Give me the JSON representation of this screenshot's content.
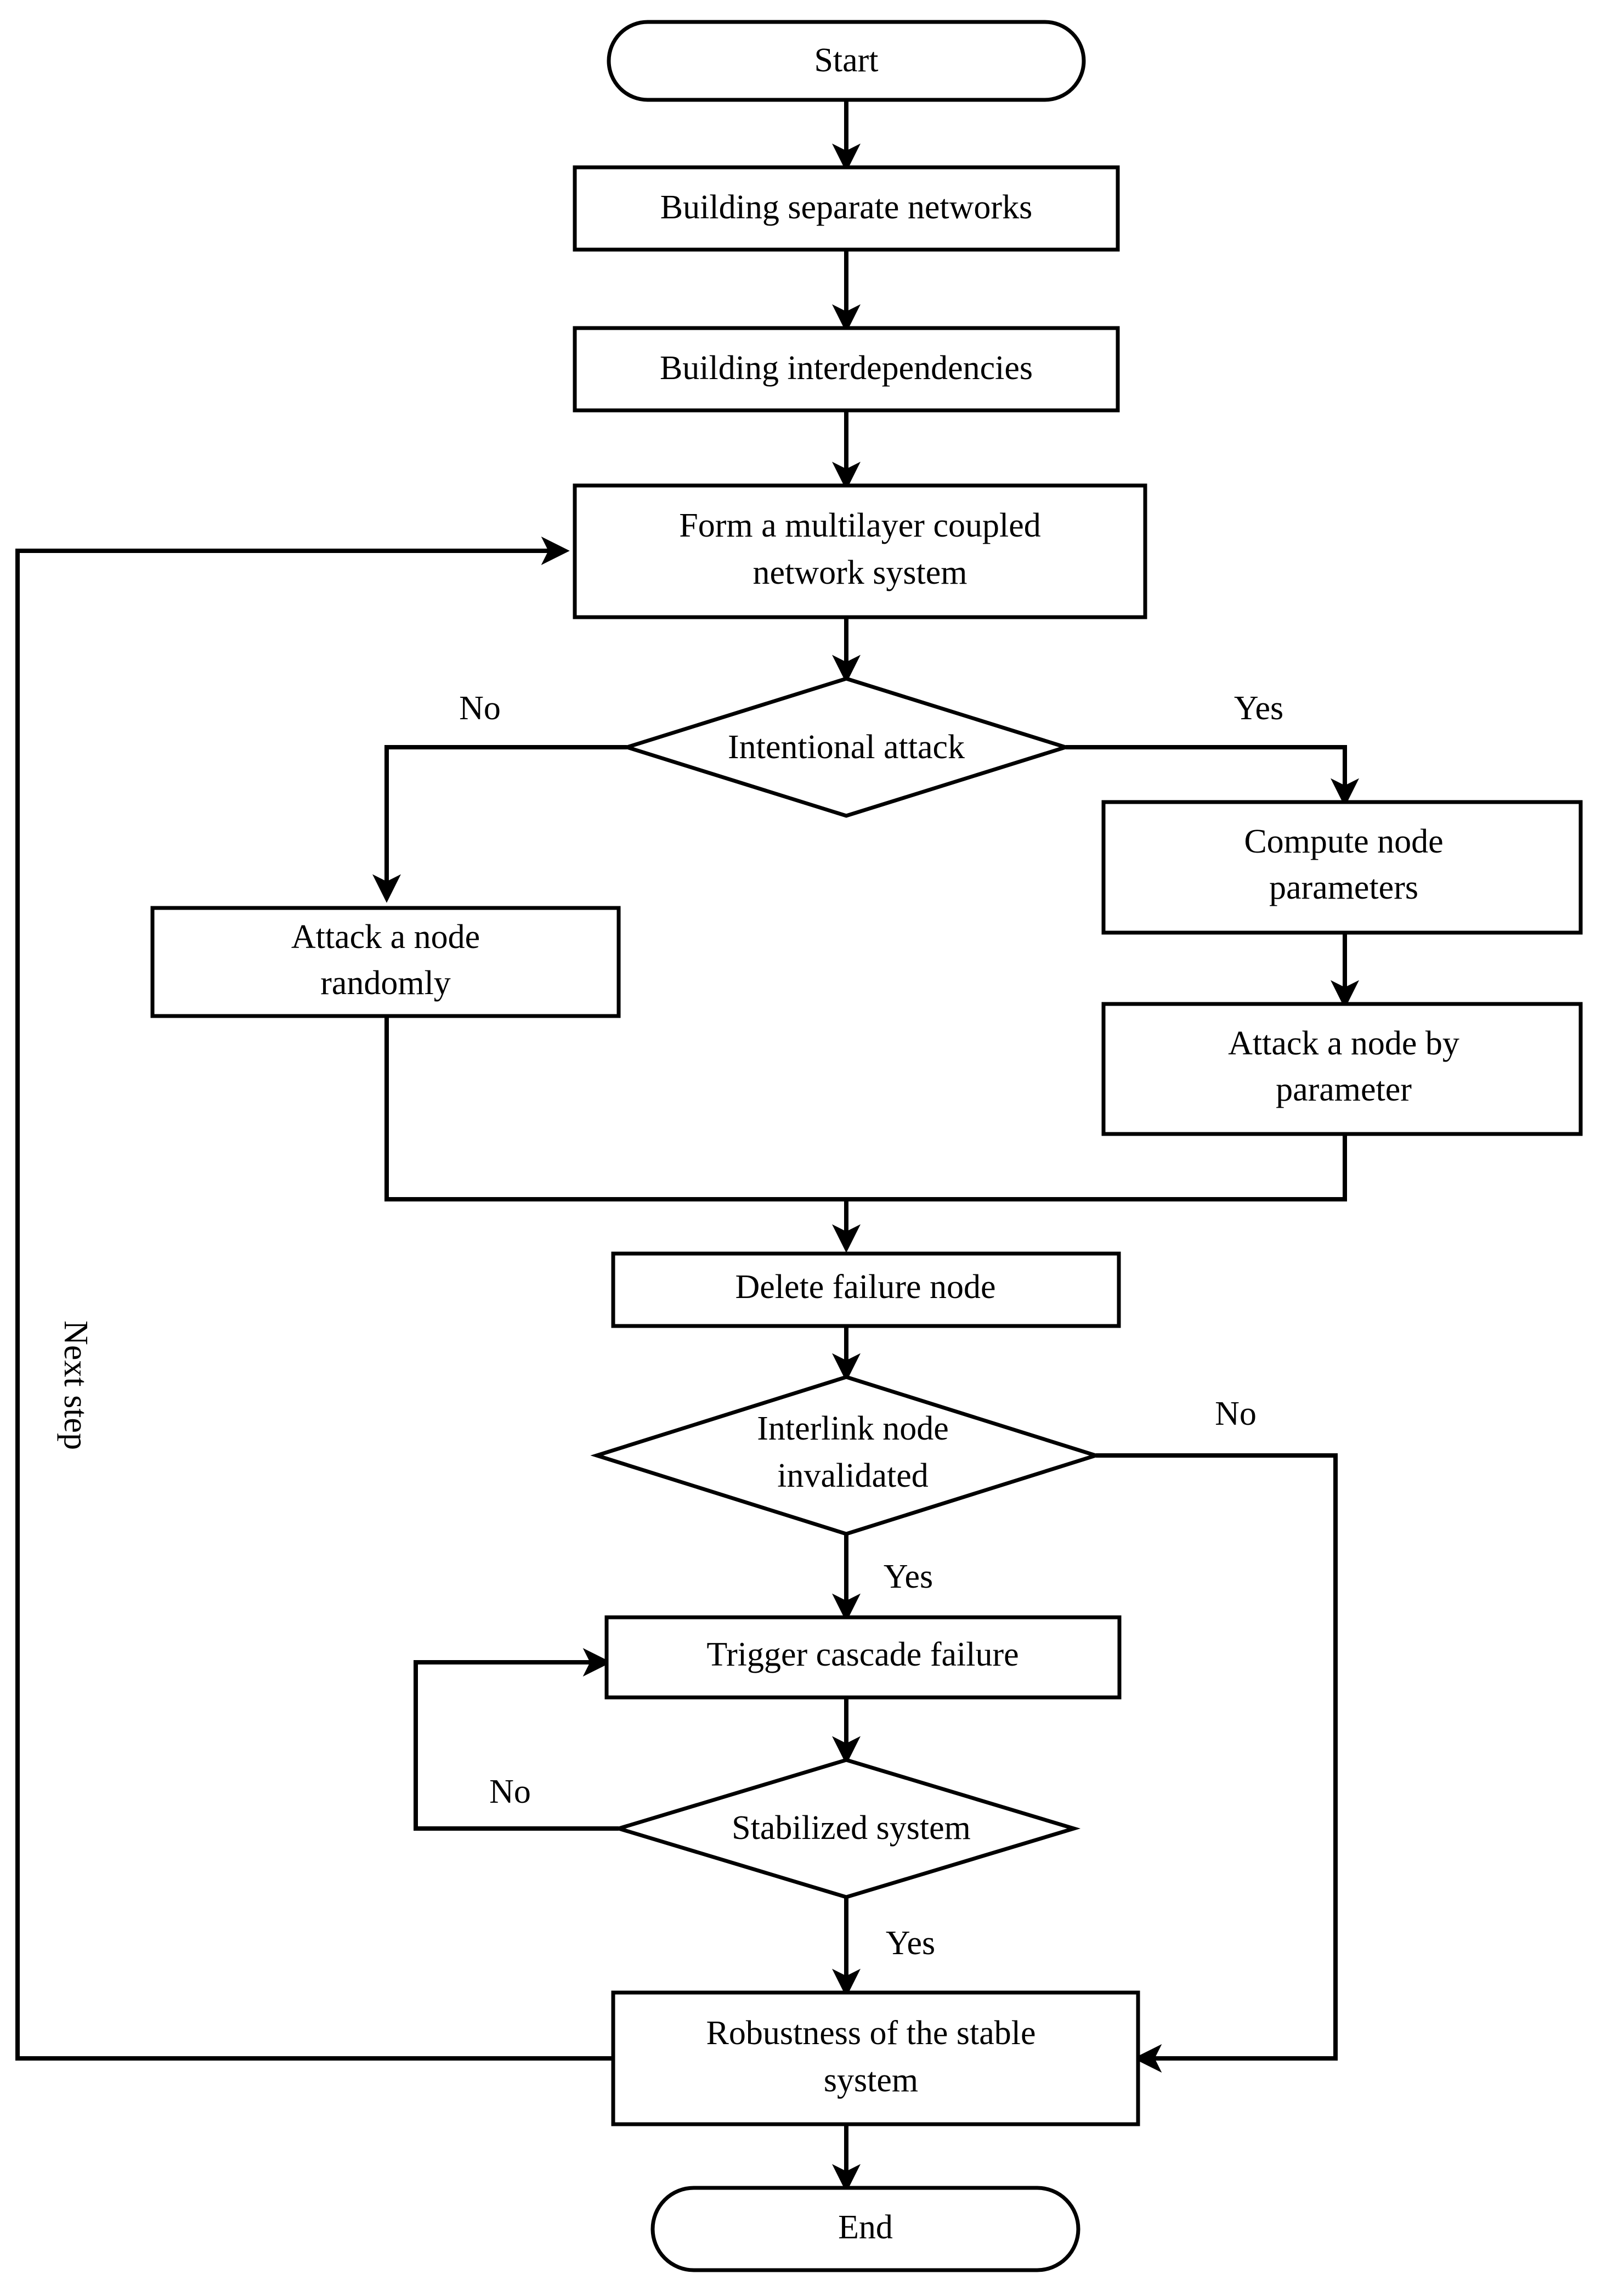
{
  "diagram": {
    "type": "flowchart",
    "title": "",
    "orientation": "top-to-bottom",
    "background": "#ffffff",
    "line_color": "#000000",
    "text_color": "#000000"
  },
  "nodes": {
    "start": {
      "label": "Start",
      "shape": "terminal"
    },
    "build_networks": {
      "label": "Building separate networks",
      "shape": "process"
    },
    "build_interdeps": {
      "label": "Building interdependencies",
      "shape": "process"
    },
    "form_system_line1": {
      "label": "Form a multilayer coupled",
      "shape": "process"
    },
    "form_system_line2": {
      "label": "network system",
      "shape": "process"
    },
    "intentional_attack": {
      "label": "Intentional attack",
      "shape": "decision"
    },
    "attack_random_line1": {
      "label": "Attack a node",
      "shape": "process"
    },
    "attack_random_line2": {
      "label": "randomly",
      "shape": "process"
    },
    "compute_params_line1": {
      "label": "Compute node",
      "shape": "process"
    },
    "compute_params_line2": {
      "label": "parameters",
      "shape": "process"
    },
    "attack_by_param_line1": {
      "label": "Attack a node by",
      "shape": "process"
    },
    "attack_by_param_line2": {
      "label": "parameter",
      "shape": "process"
    },
    "delete_failure_node": {
      "label": "Delete failure node",
      "shape": "process"
    },
    "interlink_invalid_line1": {
      "label": "Interlink node",
      "shape": "decision"
    },
    "interlink_invalid_line2": {
      "label": "invalidated",
      "shape": "decision"
    },
    "trigger_cascade": {
      "label": "Trigger cascade failure",
      "shape": "process"
    },
    "stabilized_system": {
      "label": "Stabilized system",
      "shape": "decision"
    },
    "robustness_line1": {
      "label": "Robustness of the stable",
      "shape": "process"
    },
    "robustness_line2": {
      "label": "system",
      "shape": "process"
    },
    "end": {
      "label": "End",
      "shape": "terminal"
    }
  },
  "edge_labels": {
    "attack_no": "No",
    "attack_yes": "Yes",
    "interlink_no": "No",
    "interlink_yes": "Yes",
    "stabilized_no": "No",
    "stabilized_yes": "Yes",
    "next_step": "Next  step"
  }
}
